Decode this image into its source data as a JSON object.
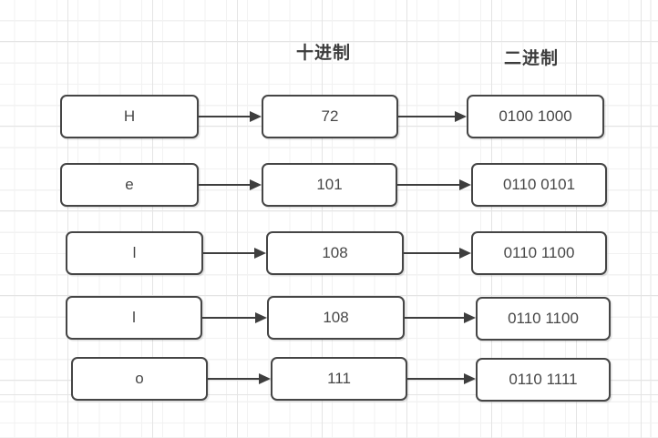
{
  "headers": {
    "decimal": "十进制",
    "binary": "二进制"
  },
  "rows": [
    {
      "char": "H",
      "decimal": "72",
      "binary": "0100 1000"
    },
    {
      "char": "e",
      "decimal": "101",
      "binary": "0110 0101"
    },
    {
      "char": "l",
      "decimal": "108",
      "binary": "0110 1100"
    },
    {
      "char": "l",
      "decimal": "108",
      "binary": "0110 1100"
    },
    {
      "char": "o",
      "decimal": "111",
      "binary": "0110 1111"
    }
  ],
  "colors": {
    "node_stroke": "#454545",
    "node_fill": "#ffffff",
    "arrow": "#3e3e3e",
    "text": "#474747",
    "grid_minor": "#f2f2f2",
    "grid_major": "#e4e4e4",
    "canvas": "#ffffff"
  }
}
